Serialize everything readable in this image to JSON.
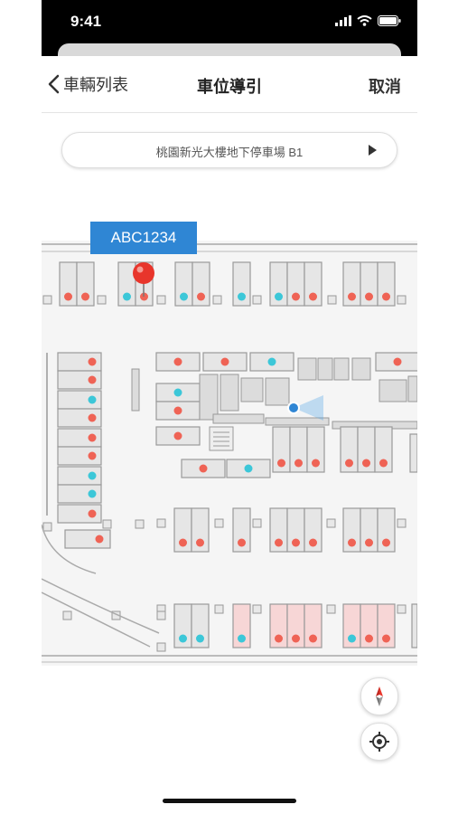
{
  "status": {
    "time": "9:41"
  },
  "nav": {
    "back_label": "車輛列表",
    "title": "車位導引",
    "cancel_label": "取消"
  },
  "location": {
    "name": "桃園新光大樓地下停車場 B1"
  },
  "vehicle": {
    "plate": "ABC1234"
  },
  "colors": {
    "occupied_dot": "#ef6355",
    "vacant_dot": "#3cc7d8",
    "label_bg": "#2f86d4",
    "pin": "#e8352b",
    "user_location": "#2f86d4",
    "highlight_slot": "#f7d6d6"
  },
  "icons": {
    "back": "chevron-left-icon",
    "play": "play-icon",
    "compass": "compass-icon",
    "locate": "locate-icon",
    "pin": "pin-icon"
  }
}
